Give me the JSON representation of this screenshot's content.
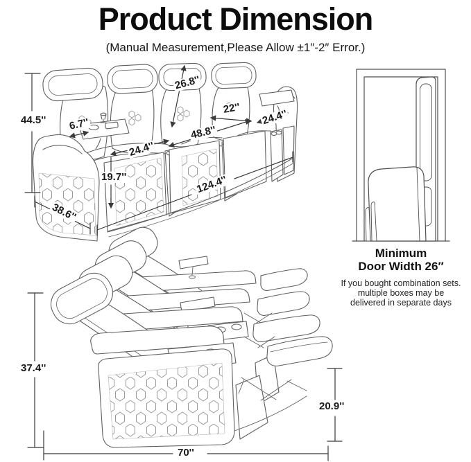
{
  "header": {
    "title": "Product Dimension",
    "subtitle": "(Manual Measurement,Please Allow ±1″-2″ Error.)"
  },
  "front_view": {
    "figure": "four-seat-recliner-front-perspective",
    "dims": {
      "overall_height": "44.5''",
      "arm_top_width": "6.7''",
      "backrest_height": "26.8''",
      "left_seat_width": "24.4''",
      "seat_interior_width": "22''",
      "right_seat_width": "24.4''",
      "two_seat_section_width": "48.8''",
      "seat_front_height": "19.7''",
      "overall_width": "124.4''",
      "overall_depth": "38.6''"
    }
  },
  "door_figure": {
    "caption_line1": "Minimum",
    "caption_line2": "Door Width 26″",
    "note_lines": [
      "If you bought combination sets.",
      "multiple boxes may be",
      "delivered in separate days"
    ]
  },
  "side_view": {
    "figure": "four-seat-recliner-reclined-side",
    "dims": {
      "reclined_height": "37.4''",
      "footrest_to_floor": "20.9''",
      "reclined_depth": "70''"
    }
  }
}
